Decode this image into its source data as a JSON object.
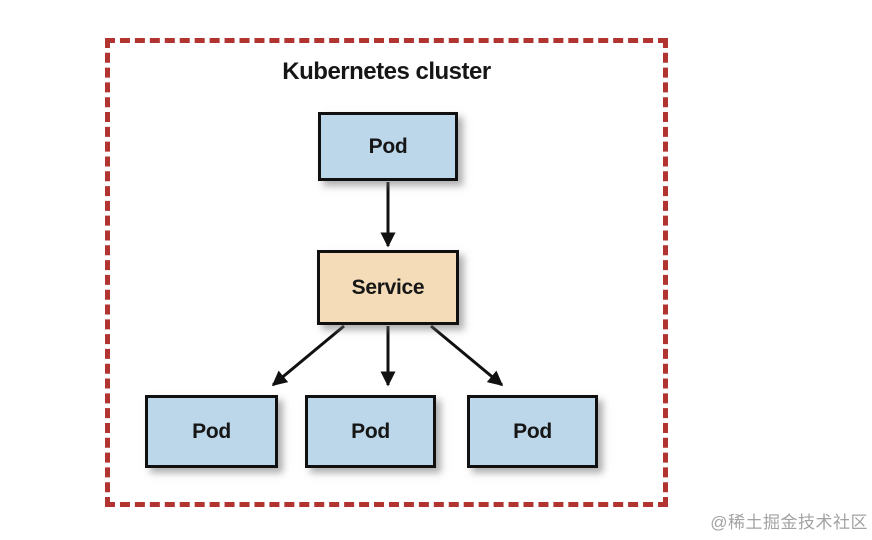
{
  "diagram": {
    "cluster_label": "Kubernetes cluster",
    "nodes": [
      {
        "id": "pod-top",
        "label": "Pod",
        "type": "pod"
      },
      {
        "id": "service",
        "label": "Service",
        "type": "service"
      },
      {
        "id": "pod-1",
        "label": "Pod",
        "type": "pod"
      },
      {
        "id": "pod-2",
        "label": "Pod",
        "type": "pod"
      },
      {
        "id": "pod-3",
        "label": "Pod",
        "type": "pod"
      }
    ],
    "edges": [
      {
        "from": "pod-top",
        "to": "service"
      },
      {
        "from": "service",
        "to": "pod-1"
      },
      {
        "from": "service",
        "to": "pod-2"
      },
      {
        "from": "service",
        "to": "pod-3"
      }
    ],
    "colors": {
      "pod_fill": "#bdd7ea",
      "service_fill": "#f3dcb7",
      "node_border": "#101010",
      "cluster_border": "#b13430",
      "arrow": "#111111"
    }
  },
  "watermark": {
    "text": "@稀土掘金技术社区"
  }
}
